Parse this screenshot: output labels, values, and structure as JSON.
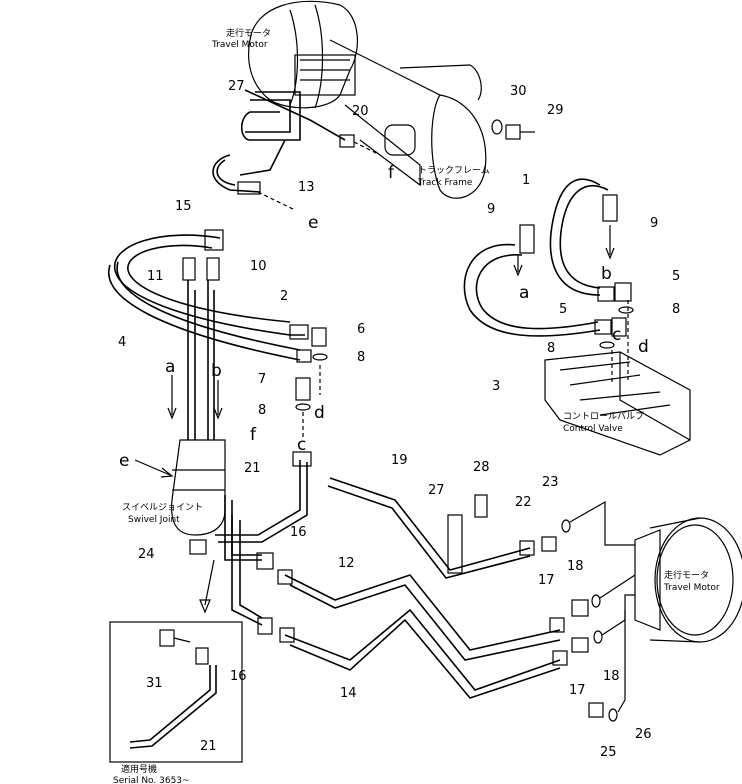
{
  "parts": {
    "n1": "1",
    "n2": "2",
    "n3": "3",
    "n4": "4",
    "n5": "5",
    "n5b": "5",
    "n6": "6",
    "n7": "7",
    "n8a": "8",
    "n8b": "8",
    "n8c": "8",
    "n8d": "8",
    "n9a": "9",
    "n9b": "9",
    "n10": "10",
    "n11": "11",
    "n12": "12",
    "n13": "13",
    "n14": "14",
    "n15": "15",
    "n16a": "16",
    "n16b": "16",
    "n17a": "17",
    "n17b": "17",
    "n18a": "18",
    "n18b": "18",
    "n19": "19",
    "n20": "20",
    "n21a": "21",
    "n21b": "21",
    "n22": "22",
    "n23": "23",
    "n24": "24",
    "n25": "25",
    "n26": "26",
    "n27a": "27",
    "n27b": "27",
    "n28": "28",
    "n29": "29",
    "n30": "30",
    "n31": "31"
  },
  "arrows": {
    "a1": "a",
    "a2": "a",
    "b1": "b",
    "b2": "b",
    "c1": "c",
    "c2": "c",
    "d1": "d",
    "d2": "d",
    "e1": "e",
    "e2": "e",
    "f1": "f",
    "f2": "f"
  },
  "captions": {
    "travel_motor_top_jp": "走行モータ",
    "travel_motor_top_en": "Travel Motor",
    "track_frame_jp": "トラックフレーム",
    "track_frame_en": "Track Frame",
    "control_valve_jp": "コントロールバルブ",
    "control_valve_en": "Control Valve",
    "swivel_joint_jp": "スイベルジョイント",
    "swivel_joint_en": "Swivel Joint",
    "travel_motor_bottom_jp": "走行モータ",
    "travel_motor_bottom_en": "Travel Motor",
    "serial_jp": "適用号機",
    "serial_en": "Serial No. 3653~"
  }
}
